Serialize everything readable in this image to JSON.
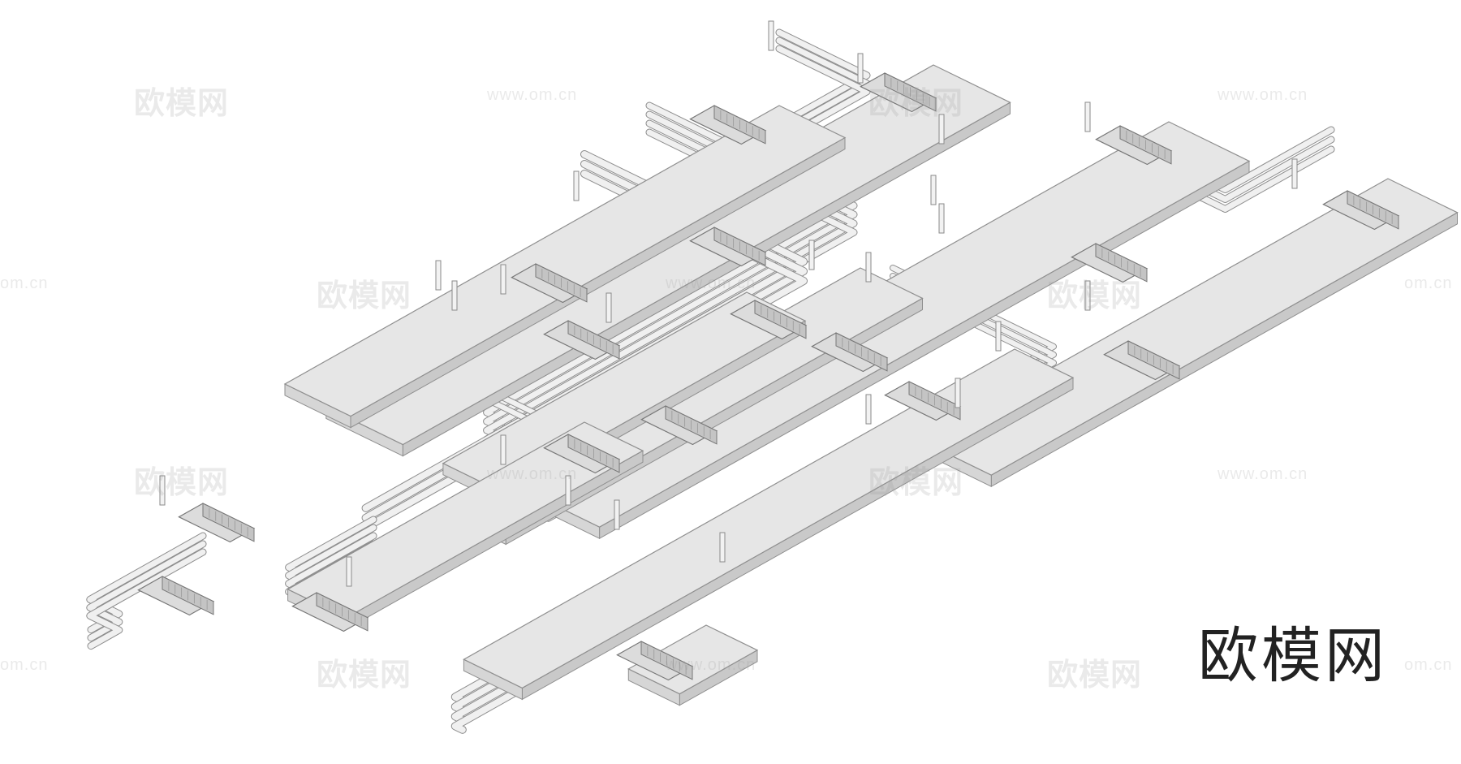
{
  "brand": "欧模网",
  "watermarks": {
    "cn": "欧模网",
    "url": "www.om.cn",
    "url_partial": "om.cn"
  },
  "colors": {
    "duct_top": "#e6e6e6",
    "duct_side": "#c9c9c9",
    "duct_edge": "#8f8f8f",
    "pipe_edge": "#8e8e8e",
    "pipe_fill": "#f0f0f0",
    "brand_text": "#222222"
  }
}
